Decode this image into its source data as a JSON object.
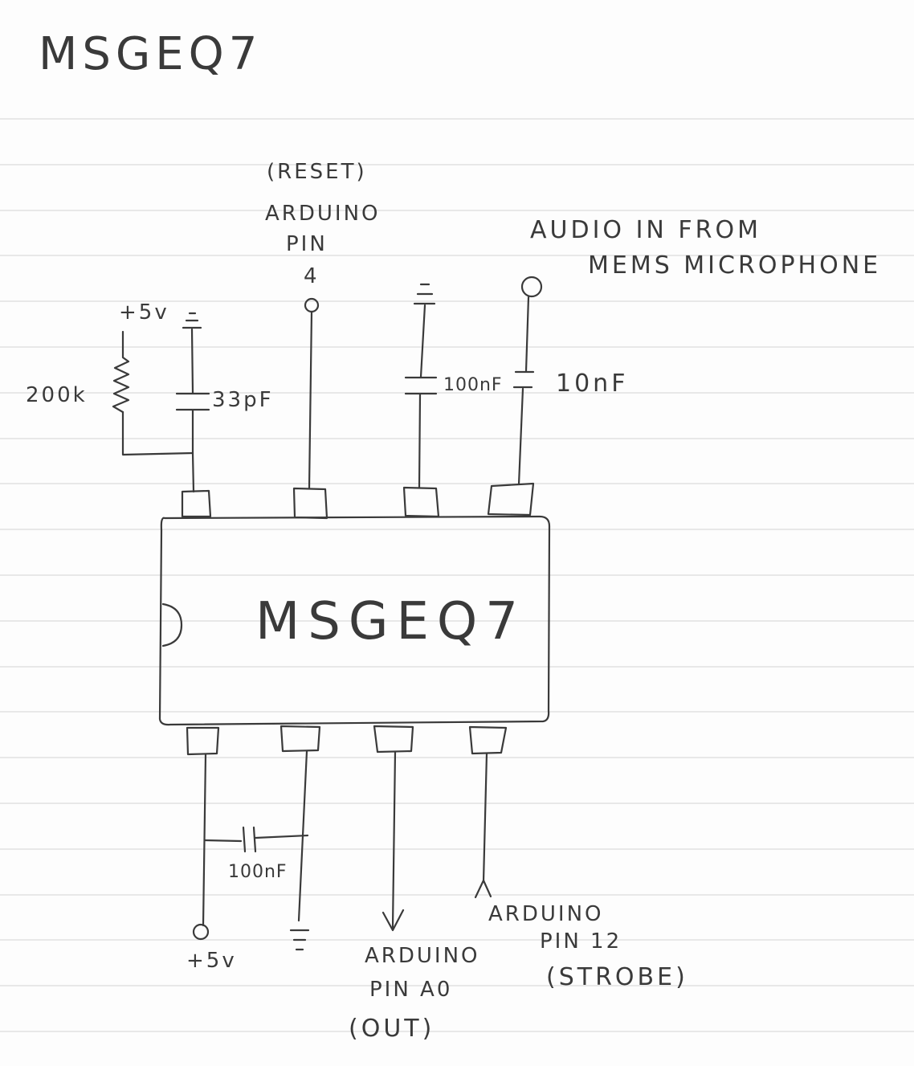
{
  "page_title": "MSGEQ7",
  "chip_label": "MSGEQ7",
  "top_pins": {
    "pin1": {
      "supply_label": "+5v",
      "resistor_label": "200k",
      "capacitor_label": "33pF"
    },
    "pin2": {
      "line1": "(RESET)",
      "line2": "ARDUINO",
      "line3": "PIN",
      "line4": "4"
    },
    "pin3": {
      "capacitor_label": "100nF"
    },
    "pin4": {
      "capacitor_label": "10nF",
      "line1": "AUDIO IN FROM",
      "line2": "MEMS MICROPHONE"
    }
  },
  "bottom_pins": {
    "pin1": {
      "supply_label": "+5v"
    },
    "bypass_capacitor_label": "100nF",
    "pin3": {
      "line1": "ARDUINO",
      "line2": "PIN A0",
      "line3": "(OUT)"
    },
    "pin4": {
      "line1": "ARDUINO",
      "line2": "PIN 12",
      "line3": "(STROBE)"
    }
  }
}
